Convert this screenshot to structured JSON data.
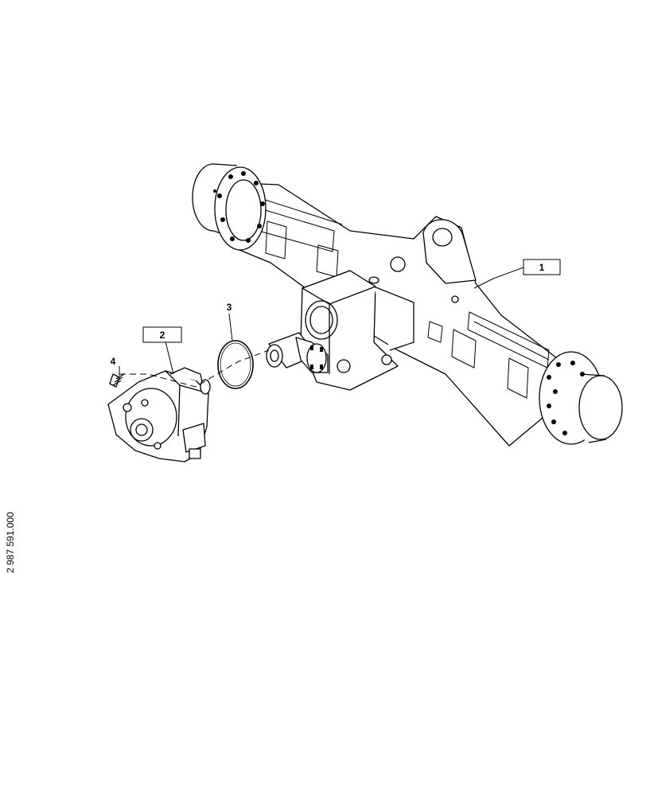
{
  "diagram": {
    "callouts": [
      {
        "id": "1",
        "label": "1",
        "boxed": true
      },
      {
        "id": "2",
        "label": "2",
        "boxed": true
      },
      {
        "id": "3",
        "label": "3",
        "boxed": false
      },
      {
        "id": "4",
        "label": "4",
        "boxed": false
      }
    ],
    "document_number": "2 987 591.000"
  }
}
